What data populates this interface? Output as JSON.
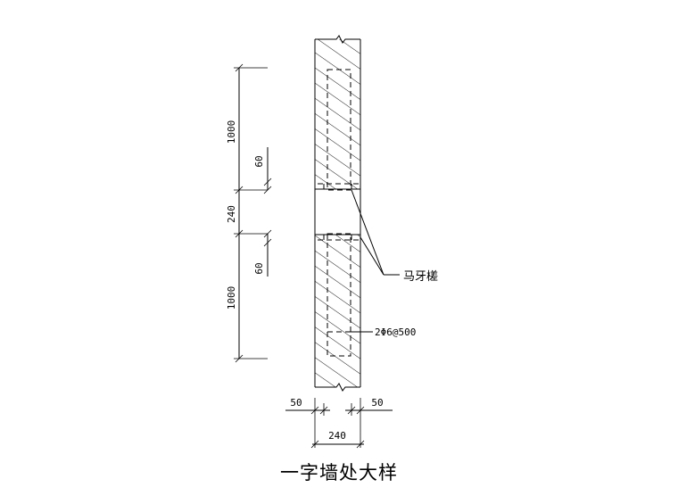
{
  "title": "一字墙处大样",
  "callouts": {
    "toothed_joint": "马牙槎",
    "rebar": "2Φ6@500"
  },
  "dimensions": {
    "vertical": [
      "1000",
      "60",
      "240",
      "60",
      "1000"
    ],
    "bottom_left": "50",
    "bottom_right": "50",
    "bottom_total": "240"
  }
}
